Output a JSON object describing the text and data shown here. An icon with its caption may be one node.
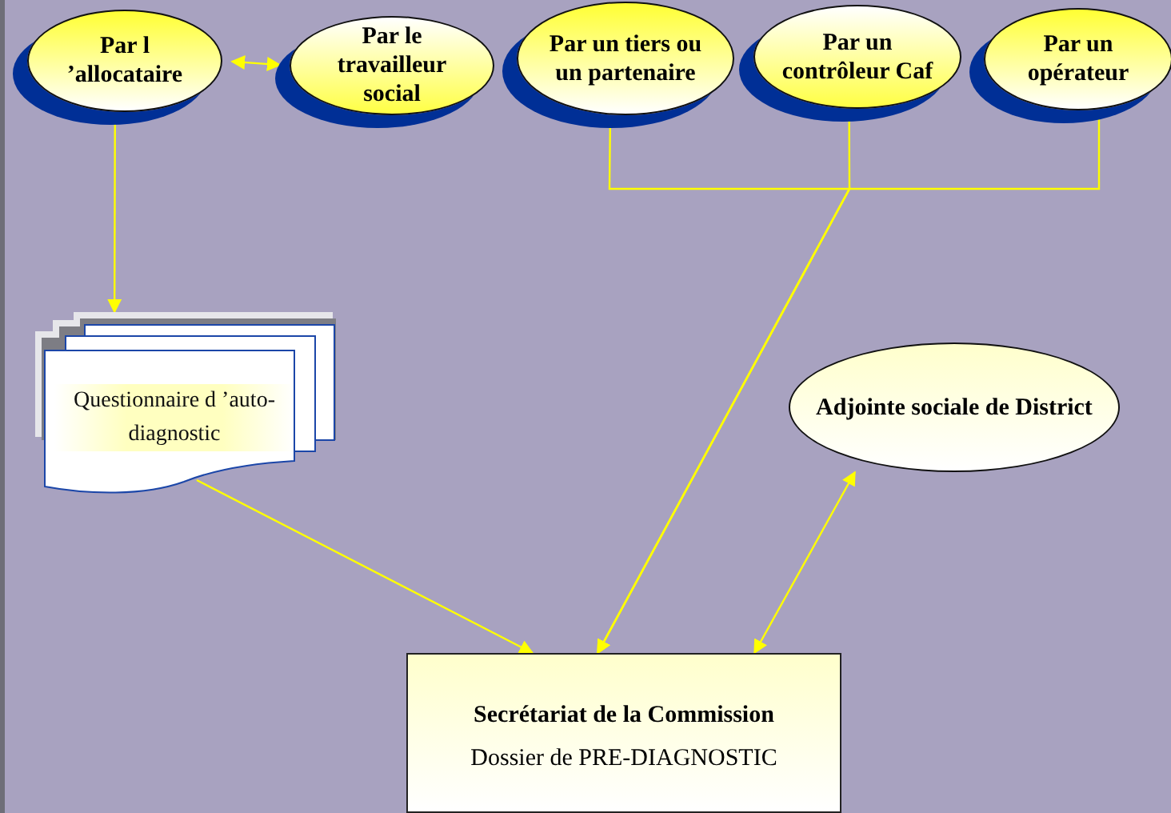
{
  "diagram": {
    "nodes": [
      {
        "text": [
          "Par l ’allocataire"
        ]
      },
      {
        "text": [
          "Par le travailleur social"
        ]
      },
      {
        "text": [
          "Par un tiers ou un partenaire"
        ]
      },
      {
        "text": [
          "Par un contrôleur Caf"
        ]
      },
      {
        "text": [
          "Par un opérateur"
        ]
      },
      {
        "text": [
          "Questionnaire d ’auto-diagnostic"
        ]
      },
      {
        "text": [
          "Adjointe sociale de District"
        ]
      },
      {
        "text": [
          "Secrétariat de la Commission",
          "Dossier de PRE-DIAGNOSTIC"
        ]
      }
    ],
    "edges": [
      {
        "from": 0,
        "to": 1,
        "arrow": "both"
      },
      {
        "from": 0,
        "to": 5,
        "arrow": "to"
      },
      {
        "from": 5,
        "to": 7,
        "arrow": "to"
      },
      {
        "from": 2,
        "to": 7,
        "arrow": "to"
      },
      {
        "from": 3,
        "to": 7,
        "arrow": "to"
      },
      {
        "from": 4,
        "to": 7,
        "arrow": "to"
      },
      {
        "from": 7,
        "to": 6,
        "arrow": "both"
      }
    ]
  }
}
